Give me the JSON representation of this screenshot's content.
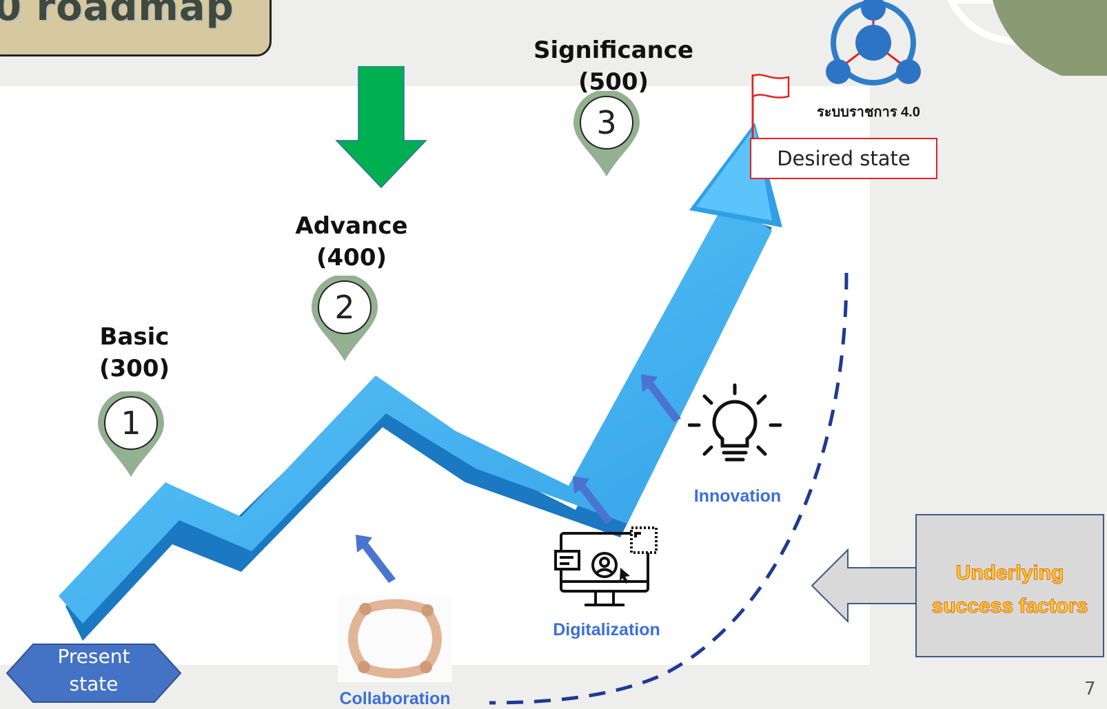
{
  "title": "0 roadmap",
  "stages": [
    {
      "label_line1": "Basic",
      "label_line2": "(300)",
      "number": "1"
    },
    {
      "label_line1": "Advance",
      "label_line2": "(400)",
      "number": "2"
    },
    {
      "label_line1": "Significance",
      "label_line2": "(500)",
      "number": "3"
    }
  ],
  "desired_state": "Desired state",
  "present_state_line1": "Present",
  "present_state_line2": "state",
  "factors": {
    "collaboration": "Collaboration",
    "digitalization": "Digitalization",
    "innovation": "Innovation"
  },
  "underlying": {
    "line1": "Underlying",
    "line2": "success factors"
  },
  "thai_caption": "ระบบราชการ 4.0",
  "page_number": "7",
  "colors": {
    "arrow": "#39aef0",
    "pin": "#93b191",
    "down_arrow": "#00b050",
    "dashed_curve": "#1f3a93",
    "title_bg": "#d6c89f",
    "olive": "#8a9a72"
  }
}
